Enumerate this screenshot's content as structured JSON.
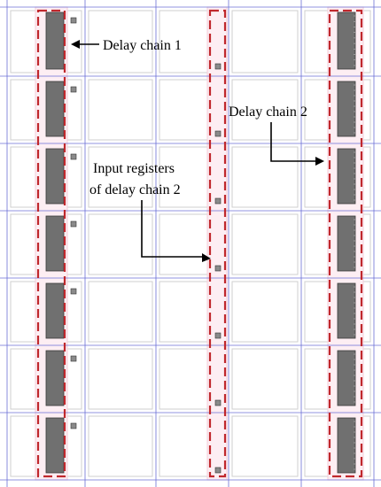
{
  "diagram": {
    "labels": {
      "delay_chain_1": "Delay chain 1",
      "delay_chain_2": "Delay chain 2",
      "input_registers_line1": "Input registers",
      "input_registers_line2": "of delay chain 2"
    },
    "grid": {
      "rows": 7,
      "cols": 5
    },
    "colors": {
      "grid_line": "#6b6fd6",
      "tile_border": "#cfcfcf",
      "lab_column_fill": "#fdeef3",
      "delay_block_fill": "#707070",
      "register_fill": "#8a8a8a",
      "dashed_outline": "#c0282d",
      "arrow": "#000000"
    }
  }
}
